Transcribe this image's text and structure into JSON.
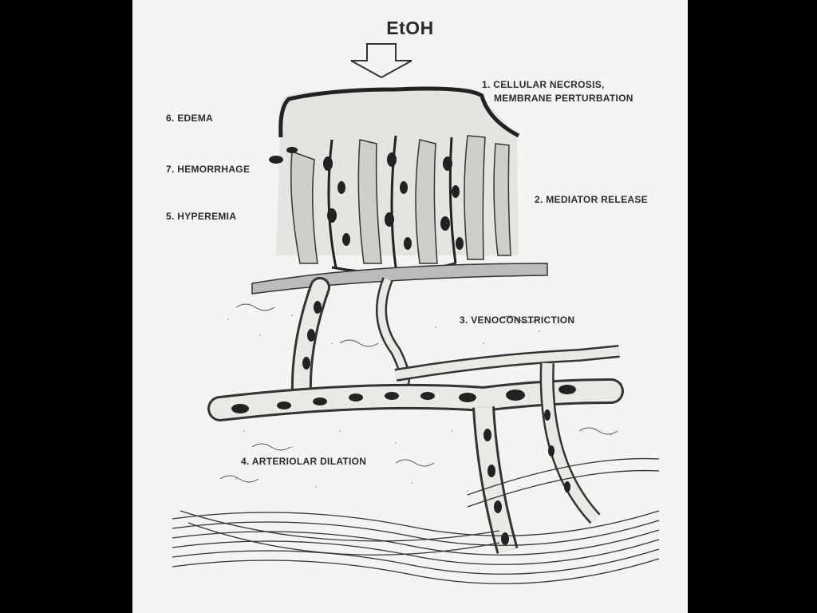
{
  "agent": "EtOH",
  "labels": {
    "step1_line1": "1. CELLULAR NECROSIS,",
    "step1_line2": "MEMBRANE PERTURBATION",
    "step2": "2. MEDIATOR RELEASE",
    "step3": "3. VENOCONSTRICTION",
    "step4": "4. ARTERIOLAR DILATION",
    "step5": "5. HYPEREMIA",
    "step6": "6. EDEMA",
    "step7": "7. HEMORRHAGE"
  },
  "colors": {
    "background": "#000000",
    "panel": "#f4f4f2",
    "ink": "#2b2b2b"
  }
}
